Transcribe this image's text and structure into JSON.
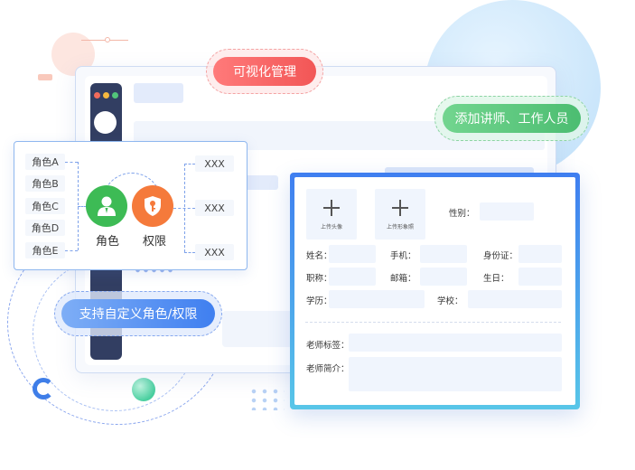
{
  "pills": {
    "visualize": "可视化管理",
    "add_staff": "添加讲师、工作人员",
    "custom_roles": "支持自定义角色/权限"
  },
  "roles": {
    "items": [
      "角色A",
      "角色B",
      "角色C",
      "角色D",
      "角色E"
    ],
    "targets": [
      "XXX",
      "XXX",
      "XXX"
    ],
    "role_caption": "角色",
    "permission_caption": "权限"
  },
  "form": {
    "upload_avatar": "上传头像",
    "upload_photo": "上传形象照",
    "gender_label": "性别：",
    "name_label": "姓名：",
    "phone_label": "手机：",
    "id_label": "身份证：",
    "title_label": "职称：",
    "email_label": "邮箱：",
    "birthday_label": "生日：",
    "education_label": "学历：",
    "school_label": "学校：",
    "tag_label": "老师标签：",
    "intro_label": "老师简介："
  },
  "colors": {
    "red_pill": "#f25656",
    "green_pill": "#4cbd71",
    "blue_pill": "#3f7ff0",
    "role_green": "#3dbb55",
    "role_orange": "#f57a3b",
    "sidebar_dark": "#323e62"
  },
  "icons": {
    "role": "user-icon",
    "permission": "shield-key-icon",
    "upload": "plus-icon"
  }
}
